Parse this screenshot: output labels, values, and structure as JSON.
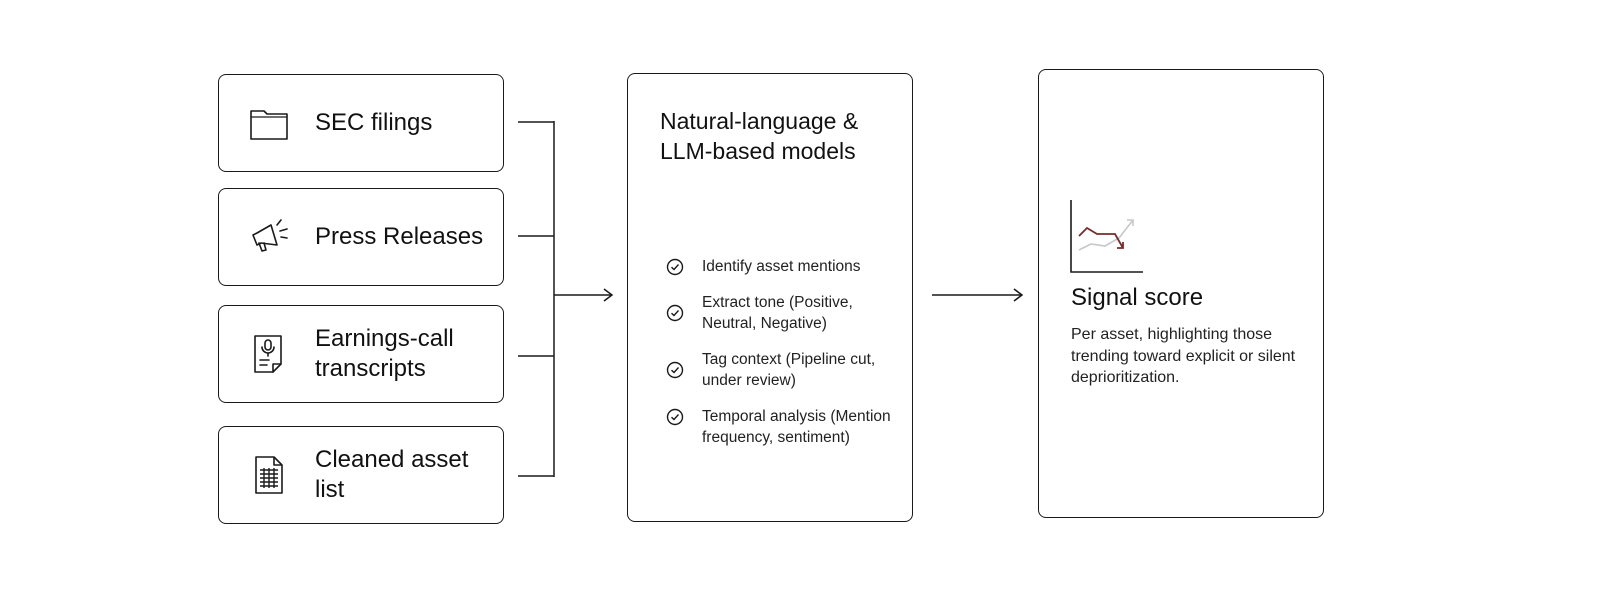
{
  "sources": [
    {
      "label": "SEC filings",
      "icon": "folder-icon"
    },
    {
      "label": "Press Releases",
      "icon": "megaphone-icon"
    },
    {
      "label": "Earnings-call transcripts",
      "icon": "transcript-microphone-icon"
    },
    {
      "label": "Cleaned asset list",
      "icon": "document-list-icon"
    }
  ],
  "model": {
    "title": "Natural-language & LLM-based models",
    "steps": [
      "Identify asset mentions",
      "Extract tone (Positive, Neutral, Negative)",
      "Tag context (Pipeline cut, under review)",
      "Temporal analysis (Mention frequency, sentiment)"
    ],
    "step_icon": "check-circle-icon"
  },
  "output": {
    "icon": "trend-chart-icon",
    "title": "Signal score",
    "description": "Per asset, highlighting those trending toward explicit or silent deprioritization."
  },
  "colors": {
    "line": "#1a1a1a",
    "accent": "#7a2a2a",
    "muted": "#c8c8c8"
  }
}
